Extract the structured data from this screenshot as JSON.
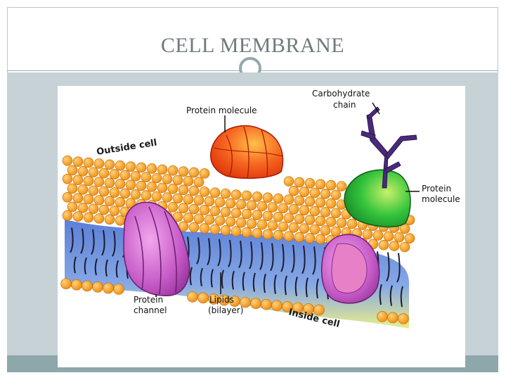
{
  "slide": {
    "title": "CELL MEMBRANE"
  },
  "diagram": {
    "labels": {
      "protein_molecule_top": "Protein molecule",
      "carbohydrate_line1": "Carbohydrate",
      "carbohydrate_line2": "chain",
      "outside_cell": "Outside cell",
      "protein_molecule_right_line1": "Protein",
      "protein_molecule_right_line2": "molecule",
      "protein_channel_line1": "Protein",
      "protein_channel_line2": "channel",
      "lipids_line1": "Lipids",
      "lipids_line2": "(bilayer)",
      "inside_cell": "Inside cell"
    }
  },
  "colors": {
    "title_text": "#6f7a7d",
    "frame_accent": "#95a8b0",
    "panel": "#c6d2d6",
    "bottom_bar": "#8da7ab",
    "lipid_head": "#f5a023",
    "protein_red": "#f04a10",
    "protein_green": "#2fb53a",
    "channel_purple": "#b44fb8",
    "carbohydrate": "#4a2a7a"
  }
}
